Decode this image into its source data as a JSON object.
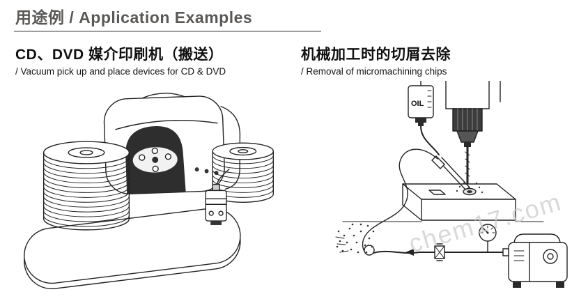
{
  "header": {
    "title": "用途例 / Application Examples"
  },
  "sections": [
    {
      "id": "cd-dvd",
      "title": "CD、DVD 媒介印刷机（搬送）",
      "subtitle": "/ Vacuum pick up and place devices for CD & DVD"
    },
    {
      "id": "chip-removal",
      "title": "机械加工时的切屑去除",
      "subtitle": "/ Removal of micromachining chips"
    }
  ],
  "illustrations": {
    "left": {
      "name": "cd-dvd-printer-line-art"
    },
    "right": {
      "name": "machining-chip-removal-line-art",
      "oil_label": "OIL"
    }
  },
  "watermark": "chem17.com",
  "colors": {
    "header_text": "#5a5857",
    "header_rule": "#9e9e9e",
    "title_text": "#111111",
    "line_art": "#222222",
    "dark_fill": "#2e2e2e",
    "watermark": "#c9c9c9"
  }
}
